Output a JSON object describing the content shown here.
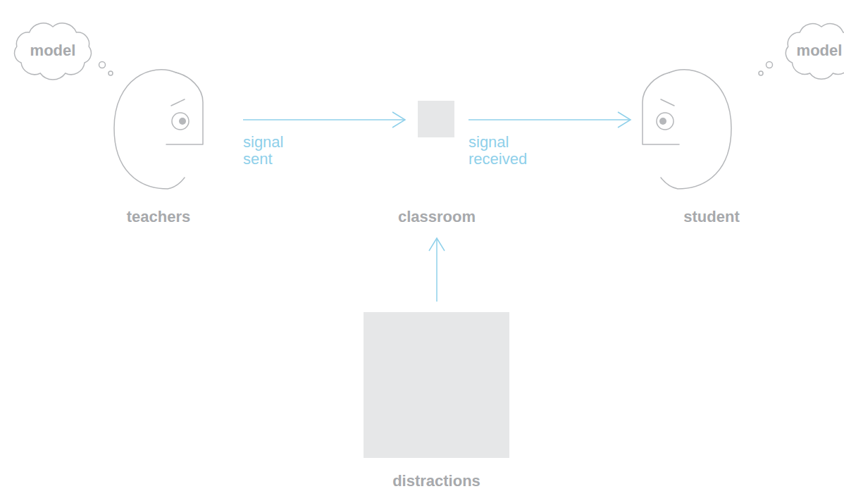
{
  "diagram": {
    "nodes": [
      {
        "text": [
          "model"
        ]
      },
      {
        "text": [
          "teachers"
        ]
      },
      {
        "text": [
          "classroom"
        ]
      },
      {
        "text": [
          "model"
        ]
      },
      {
        "text": [
          "student"
        ]
      },
      {
        "text": [
          "distractions"
        ]
      }
    ],
    "edges": [
      {
        "from": 1,
        "to": 2,
        "label": "signal sent",
        "arrow": "to"
      },
      {
        "from": 2,
        "to": 4,
        "label": "signal received",
        "arrow": "to"
      },
      {
        "from": 5,
        "to": 2,
        "arrow": "to"
      }
    ]
  }
}
